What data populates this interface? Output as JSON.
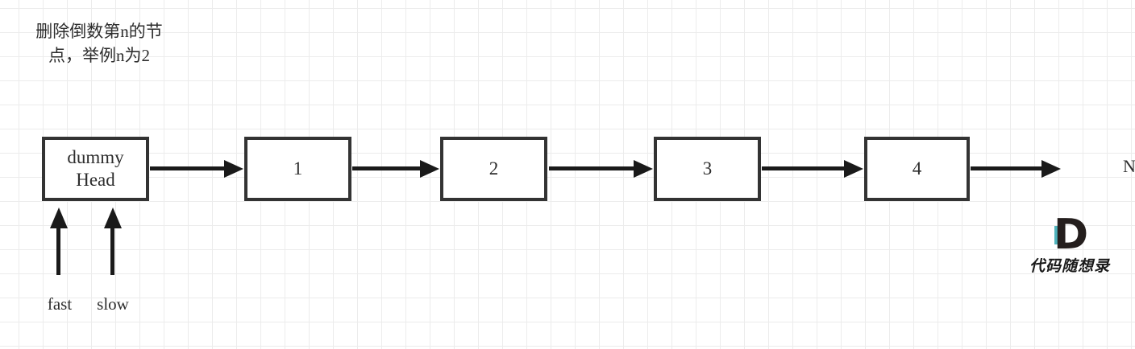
{
  "diagram": {
    "title": "删除倒数第n的节\n点，举例n为2",
    "colors": {
      "grid": "#ececec",
      "box_border": "#333333",
      "arrow": "#1a1a1a",
      "text": "#2d2d2d",
      "logo_dark": "#241e1d",
      "logo_accent": "#4fb3bc"
    },
    "nodes": [
      {
        "label": "dummy\nHead"
      },
      {
        "label": "1"
      },
      {
        "label": "2"
      },
      {
        "label": "3"
      },
      {
        "label": "4"
      }
    ],
    "pointers": [
      {
        "label": "fast"
      },
      {
        "label": "slow"
      }
    ],
    "tail_text": "N"
  },
  "logo": {
    "mark": "D",
    "text": "代码随想录"
  }
}
